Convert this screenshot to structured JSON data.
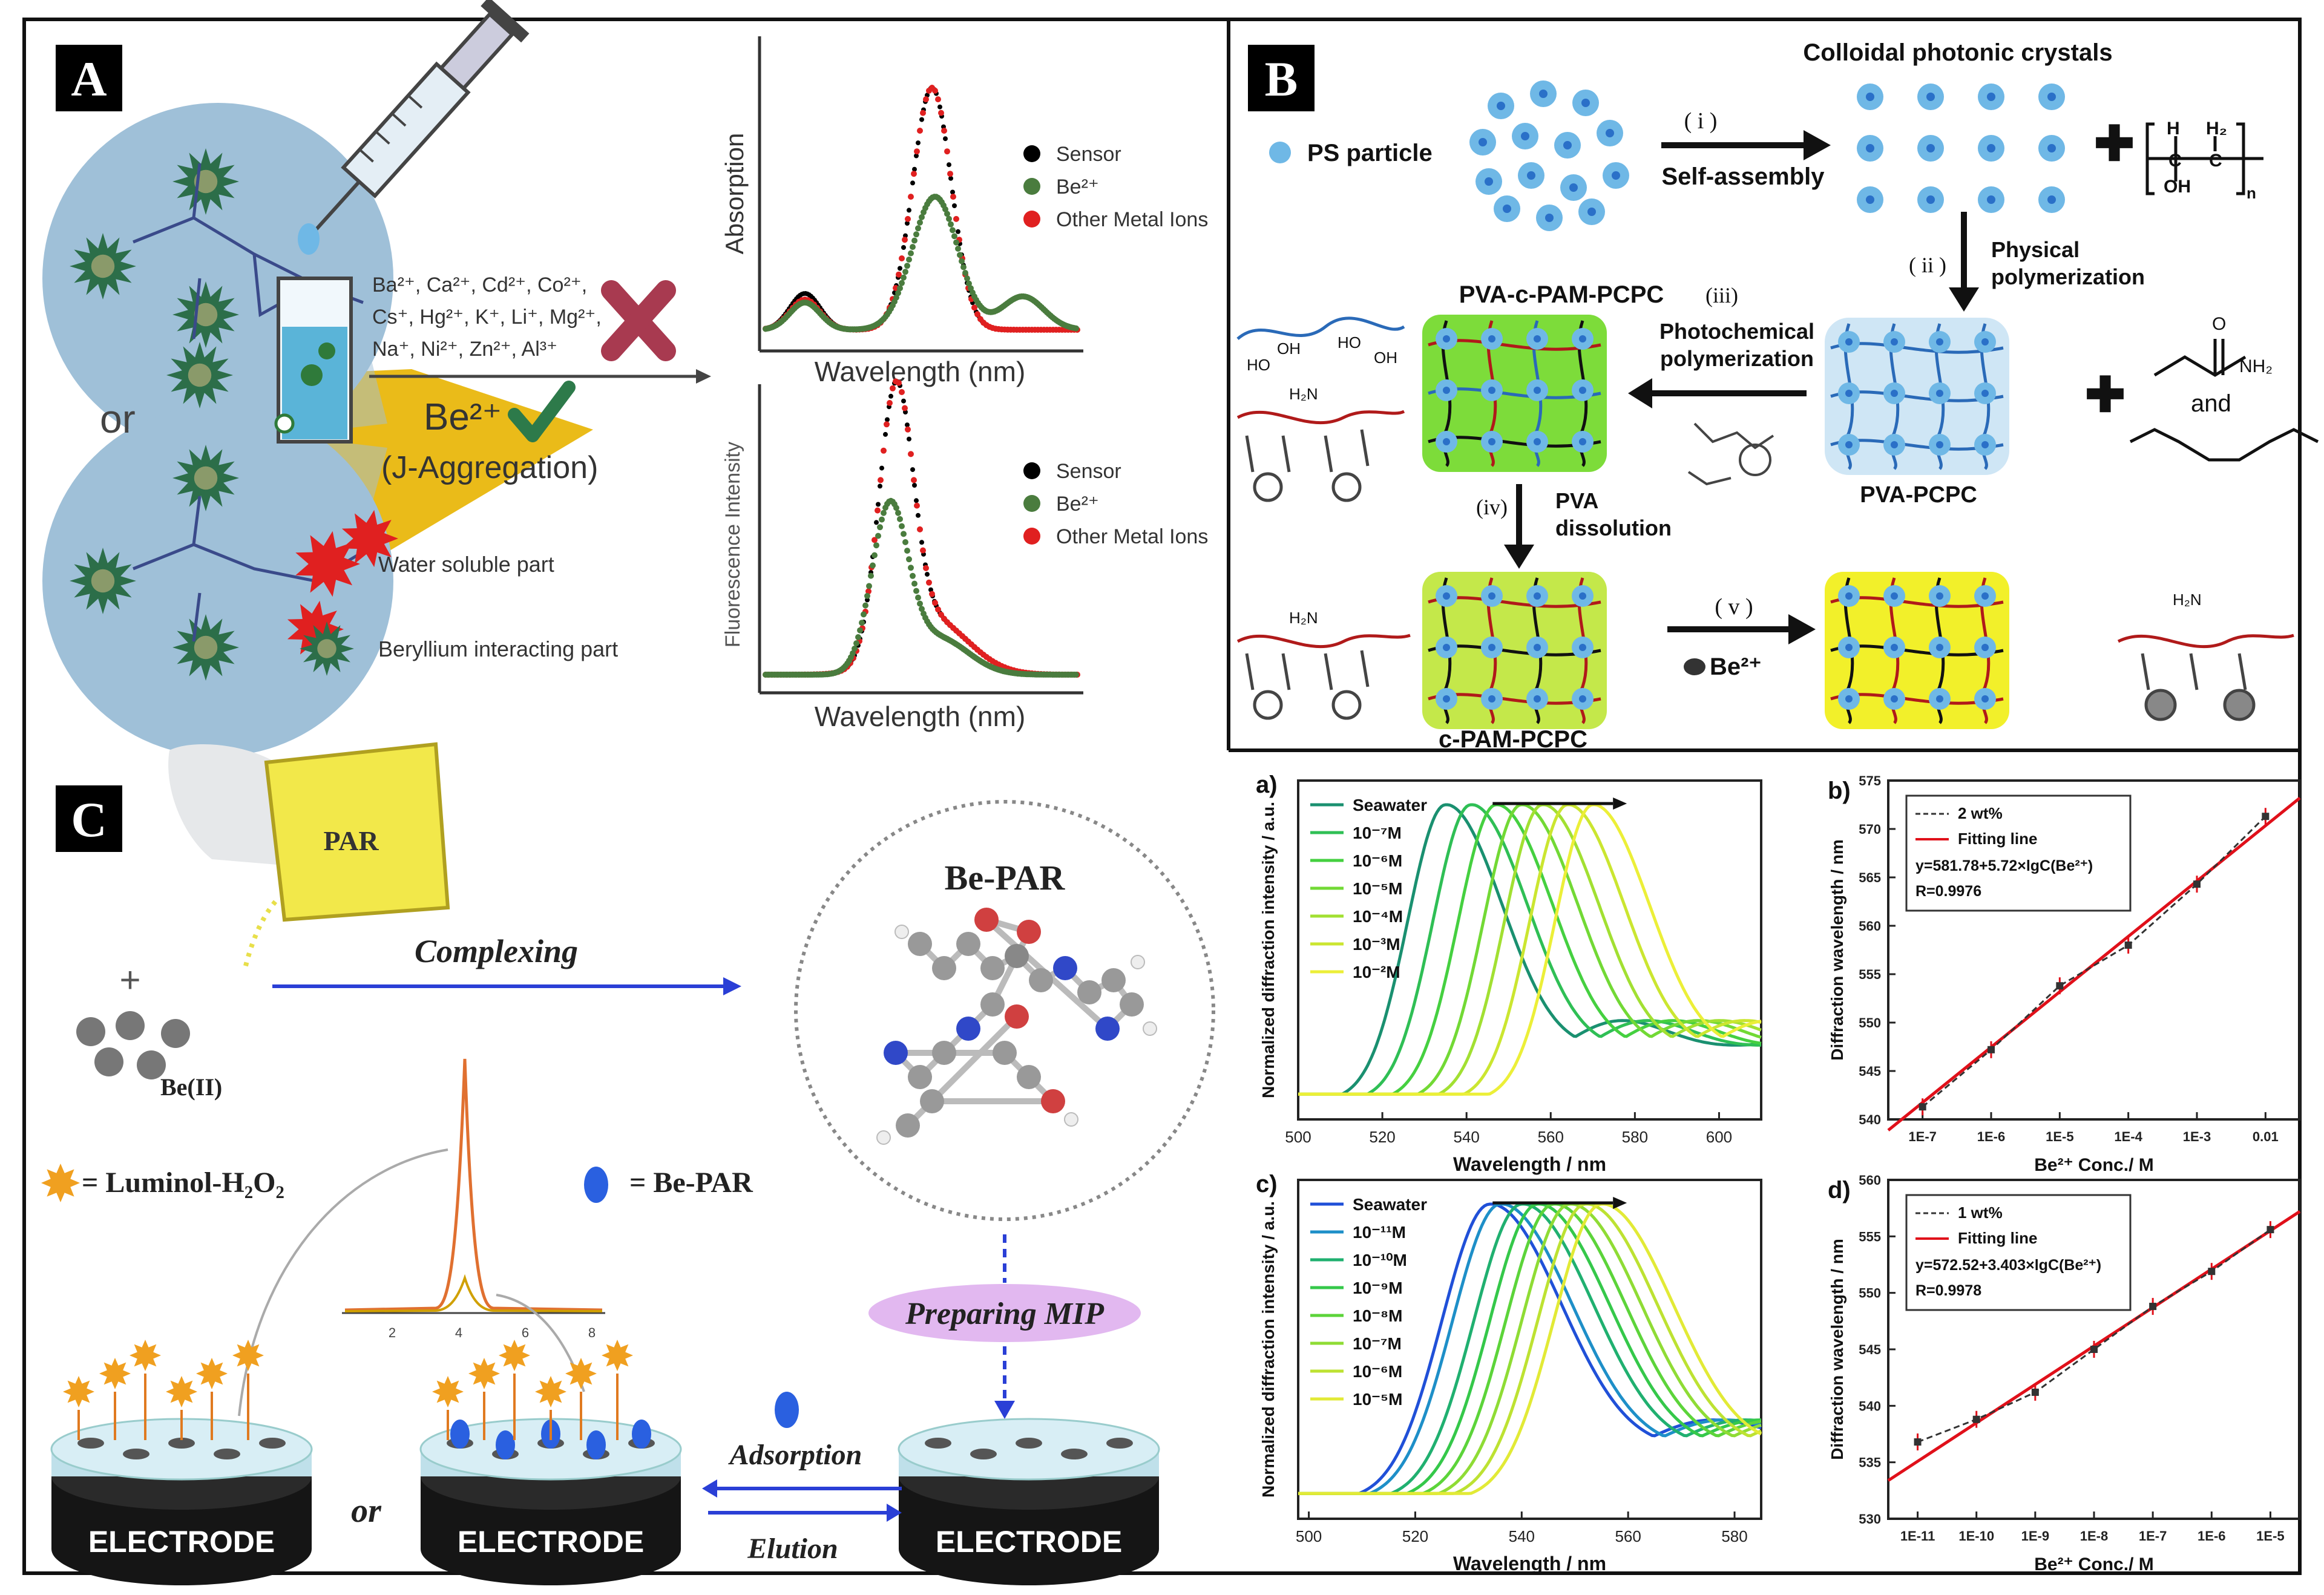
{
  "colors": {
    "frame": "#111111",
    "panel_letter_bg": "#000000",
    "teal_dark": "#2c6e49",
    "red": "#e02020",
    "green_dot": "#4a7c3e",
    "yellow_plane": "#e8b400",
    "light_blue": "#6fb8e6",
    "gel_green": "#7ddc3a",
    "gel_yellow": "#f2f02a",
    "gel_blue": "#cfe6f5",
    "fit_red": "#e0101a",
    "mip_purple": "#e2b8f0",
    "arrow_blue": "#2a3fd6"
  },
  "panel_a": {
    "label": "A",
    "or_text": "or",
    "ions_line1": "Ba²⁺, Ca²⁺, Cd²⁺, Co²⁺,",
    "ions_line2": "Cs⁺, Hg²⁺, K⁺, Li⁺, Mg²⁺,",
    "ions_line3": "Na⁺, Ni²⁺, Zn²⁺, Al³⁺",
    "be_label": "Be²⁺",
    "j_aggregation": "(J-Aggregation)",
    "legend_water": "Water soluble part",
    "legend_beryllium": "Beryllium interacting part",
    "top_chart": {
      "ylabel": "Absorption",
      "xlabel": "Wavelength (nm)",
      "legend": [
        "Sensor",
        "Be²⁺",
        "Other Metal Ions"
      ]
    },
    "bottom_chart": {
      "ylabel": "Fluorescence Intensity",
      "xlabel": "Wavelength (nm)",
      "legend": [
        "Sensor",
        "Be²⁺",
        "Other Metal Ions"
      ]
    }
  },
  "panel_b": {
    "label": "B",
    "ps_particle": "PS particle",
    "colloidal": "Colloidal photonic crystals",
    "step_i": "( i )",
    "self_assembly": "Self-assembly",
    "step_ii": "( ii )",
    "physical_1": "Physical",
    "physical_2": "polymerization",
    "pva_pcpc": "PVA-PCPC",
    "and": "and",
    "step_iii": "(iii)",
    "photochem_1": "Photochemical",
    "photochem_2": "polymerization",
    "pva_c_pam": "PVA-c-PAM-PCPC",
    "step_iv": "(iv)",
    "pva_1": "PVA",
    "pva_2": "dissolution",
    "c_pam": "c-PAM-PCPC",
    "step_v": "( v )",
    "be2": "Be²⁺",
    "chem_h": "H",
    "chem_h2": "H₂",
    "chem_c": "C",
    "chem_oh": "OH",
    "chem_n": "n",
    "chem_o": "O",
    "chem_nh2": "NH₂",
    "chem_h2n": "H₂N",
    "chem_ho": "HO"
  },
  "panel_c": {
    "label": "C",
    "par": "PAR",
    "plus": "+",
    "be_ii": "Be(II)",
    "complexing": "Complexing",
    "be_par_title": "Be-PAR",
    "luminol": "= Luminol-H₂O₂",
    "be_par_eq": "= Be-PAR",
    "preparing_mip": "Preparing MIP",
    "adsorption": "Adsorption",
    "elution": "Elution",
    "or": "or",
    "electrode": "ELECTRODE",
    "mini_ticks": [
      "2",
      "4",
      "6",
      "8"
    ]
  },
  "chart_data": [
    {
      "id": "a",
      "label": "a)",
      "type": "line",
      "xlabel": "Wavelength / nm",
      "ylabel": "Normalized diffraction intensity / a.u.",
      "xlim": [
        500,
        610
      ],
      "xticks": [
        "500",
        "520",
        "540",
        "560",
        "580",
        "600"
      ],
      "series": [
        {
          "name": "Seawater",
          "color": "#1a9070",
          "peak": 535
        },
        {
          "name": "10⁻⁷M",
          "color": "#2fbf55",
          "peak": 541
        },
        {
          "name": "10⁻⁶M",
          "color": "#45d040",
          "peak": 547
        },
        {
          "name": "10⁻⁵M",
          "color": "#72d935",
          "peak": 553
        },
        {
          "name": "10⁻⁴M",
          "color": "#a2e032",
          "peak": 558
        },
        {
          "name": "10⁻³M",
          "color": "#cbe630",
          "peak": 564
        },
        {
          "name": "10⁻²M",
          "color": "#ecef38",
          "peak": 570
        }
      ]
    },
    {
      "id": "b",
      "label": "b)",
      "type": "scatter",
      "xlabel": "Be²⁺ Conc./ M",
      "ylabel": "Diffraction wavelength / nm",
      "xscale": "log",
      "xticks": [
        "1E-7",
        "1E-6",
        "1E-5",
        "1E-4",
        "1E-3",
        "0.01"
      ],
      "yticks": [
        "540",
        "545",
        "550",
        "555",
        "560",
        "565",
        "570",
        "575"
      ],
      "ylim": [
        540,
        575
      ],
      "x": [
        1e-07,
        1e-06,
        1e-05,
        0.0001,
        0.001,
        0.01
      ],
      "y": [
        541.3,
        547.2,
        553.8,
        558.0,
        564.3,
        571.3
      ],
      "legend": [
        "2 wt%",
        "Fitting line"
      ],
      "equation": "y=581.78+5.72×lgC(Be²⁺)",
      "r": "R=0.9976",
      "fit": {
        "intercept": 581.78,
        "slope": 5.72
      }
    },
    {
      "id": "c",
      "label": "c)",
      "type": "line",
      "xlabel": "Wavelength / nm",
      "ylabel": "Normalized diffraction intensity / a.u.",
      "xlim": [
        498,
        585
      ],
      "xticks": [
        "500",
        "520",
        "540",
        "560",
        "580"
      ],
      "series": [
        {
          "name": "Seawater",
          "color": "#2050d8",
          "peak": 534
        },
        {
          "name": "10⁻¹¹M",
          "color": "#1e8fc8",
          "peak": 536
        },
        {
          "name": "10⁻¹⁰M",
          "color": "#20b070",
          "peak": 540
        },
        {
          "name": "10⁻⁹M",
          "color": "#35c84a",
          "peak": 543
        },
        {
          "name": "10⁻⁸M",
          "color": "#5cd43a",
          "peak": 546
        },
        {
          "name": "10⁻⁷M",
          "color": "#8fdc35",
          "peak": 549
        },
        {
          "name": "10⁻⁶M",
          "color": "#bde232",
          "peak": 552
        },
        {
          "name": "10⁻⁵M",
          "color": "#e2ea36",
          "peak": 555
        }
      ]
    },
    {
      "id": "d",
      "label": "d)",
      "type": "scatter",
      "xlabel": "Be²⁺ Conc./ M",
      "ylabel": "Diffraction wavelength / nm",
      "xscale": "log",
      "xticks": [
        "1E-11",
        "1E-10",
        "1E-9",
        "1E-8",
        "1E-7",
        "1E-6",
        "1E-5"
      ],
      "yticks": [
        "530",
        "535",
        "540",
        "545",
        "550",
        "555",
        "560"
      ],
      "ylim": [
        530,
        560
      ],
      "x": [
        1e-11,
        1e-10,
        1e-09,
        1e-08,
        1e-07,
        1e-06,
        1e-05
      ],
      "y": [
        536.8,
        538.8,
        541.2,
        545.0,
        548.8,
        551.9,
        555.6
      ],
      "legend": [
        "1 wt%",
        "Fitting line"
      ],
      "equation": "y=572.52+3.403×lgC(Be²⁺)",
      "r": "R=0.9978",
      "fit": {
        "intercept": 572.52,
        "slope": 3.403
      }
    }
  ]
}
